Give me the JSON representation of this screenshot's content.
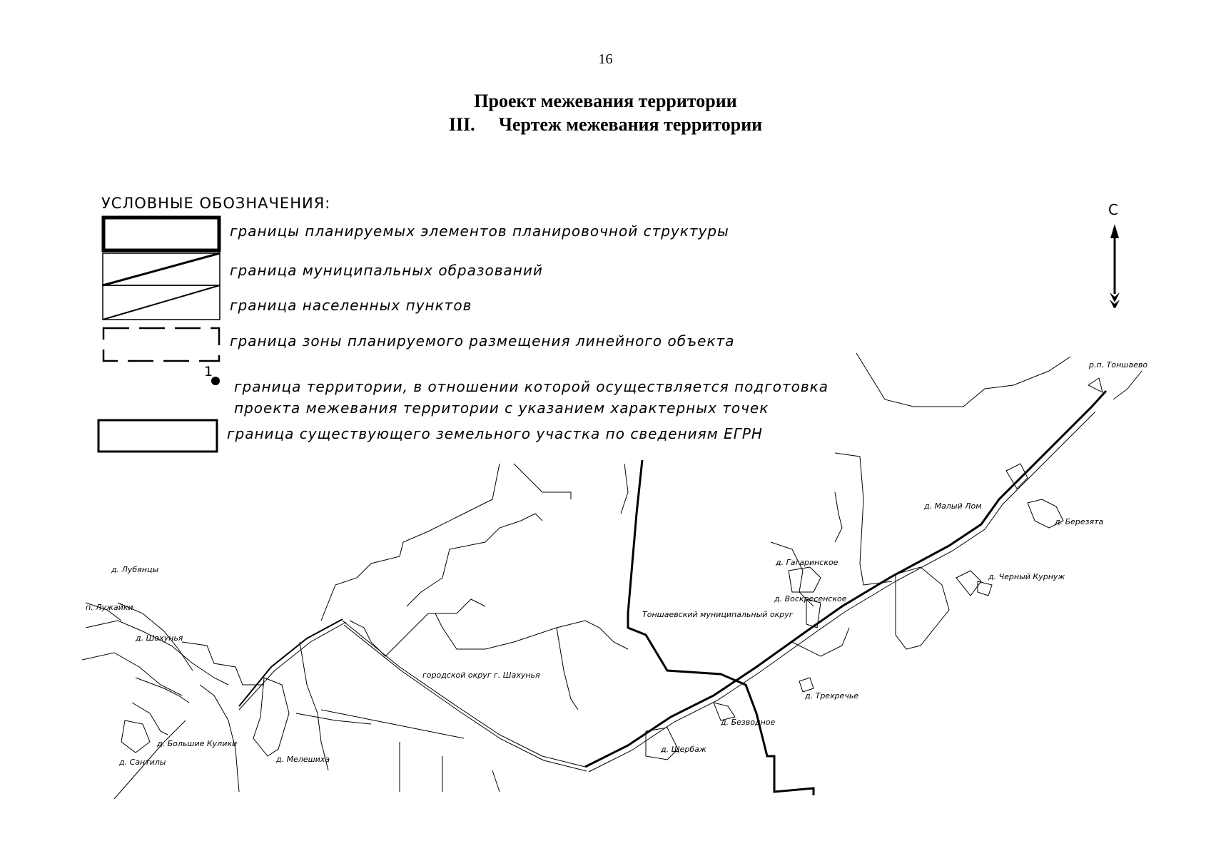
{
  "page_number": "16",
  "title": {
    "line1": "Проект межевания территории",
    "section_number": "III.",
    "line2": "Чертеж межевания территории"
  },
  "legend": {
    "heading": "УСЛОВНЫЕ ОБОЗНАЧЕНИЯ:",
    "items": [
      "границы планируемых элементов планировочной структуры",
      "граница муниципальных образований",
      "граница населенных пунктов",
      "граница зоны планируемого размещения линейного объекта",
      "граница территории, в отношении которой осуществляется подготовка",
      "проекта межевания территории с указанием характерных точек",
      "граница существующего земельного участка по сведениям ЕГРН"
    ],
    "point_marker": "1"
  },
  "north_arrow": "С",
  "map": {
    "places": [
      "р.п. Тоншаево",
      "д. Малый Лом",
      "д. Березята",
      "д. Черный Курнуж",
      "д. Гагаринское",
      "д. Воскресенское",
      "Тоншаевский муниципальный округ",
      "д. Трехречье",
      "д. Безводное",
      "д. Щербаж",
      "городской округ г. Шахунья",
      "д. Мелешиха",
      "д. Большие Кулики",
      "д. Сантилы",
      "д. Шахунья",
      "п. Лужайки",
      "д. Лубянцы"
    ]
  }
}
